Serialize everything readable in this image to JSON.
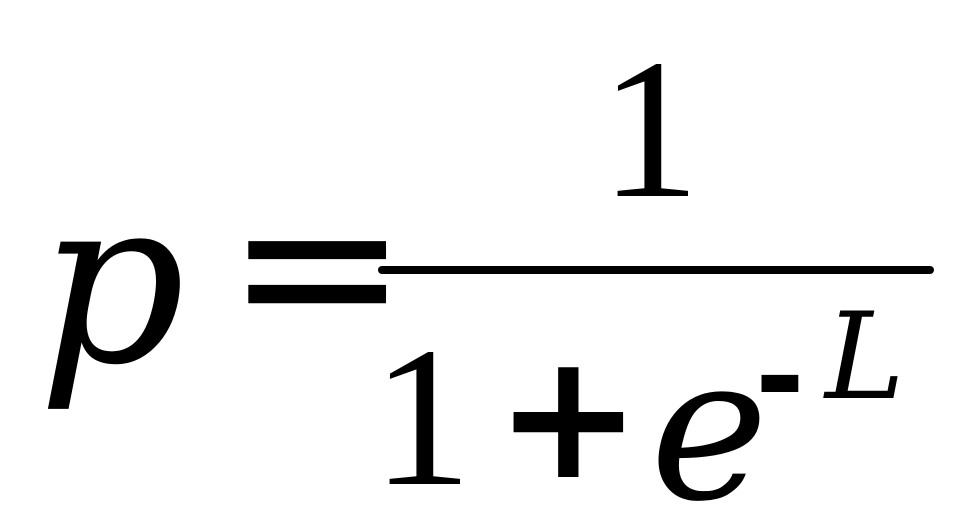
{
  "formula": {
    "lhs": "p",
    "equals": "=",
    "numerator": "1",
    "denominator": {
      "one": "1",
      "plus": "+",
      "base": "e",
      "exponent_sign": "-",
      "exponent_var": "L"
    }
  }
}
